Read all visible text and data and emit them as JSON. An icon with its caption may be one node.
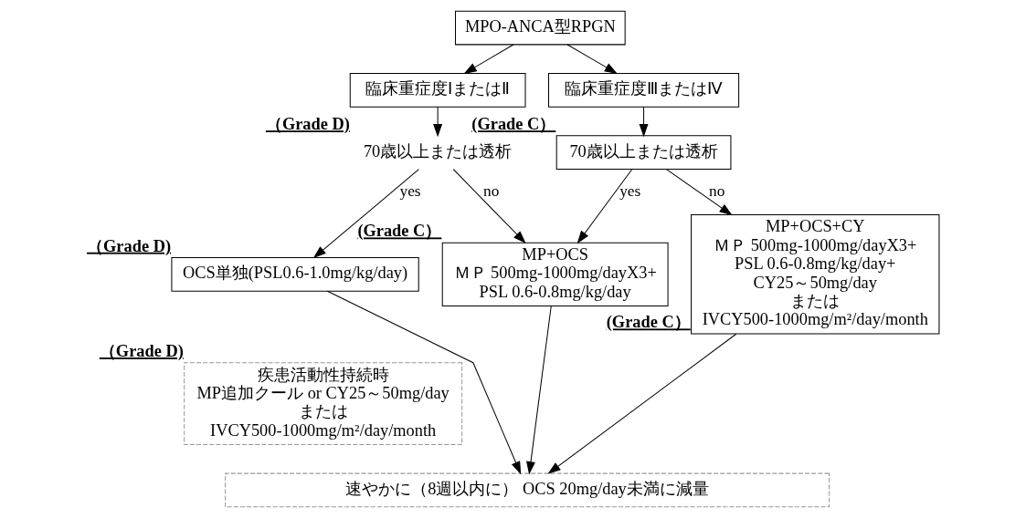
{
  "diagram": {
    "nodes": [
      {
        "text": [
          "MPO-ANCA型RPGN"
        ]
      },
      {
        "text": [
          "臨床重症度ⅠまたはⅡ"
        ]
      },
      {
        "text": [
          "臨床重症度ⅢまたはⅣ"
        ]
      },
      {
        "text": [
          "70歳以上または透析"
        ],
        "beside": [
          "（Grade D)"
        ]
      },
      {
        "text": [
          "70歳以上または透析"
        ],
        "beside": [
          "(Grade C）"
        ]
      },
      {
        "text": [
          "OCS単独(PSL0.6-1.0mg/kg/day)"
        ],
        "beside": [
          "（Grade D)"
        ]
      },
      {
        "text": [
          "MP+OCS",
          "ＭＰ 500mg-1000mg/dayX3+",
          "PSL 0.6-0.8mg/kg/day"
        ],
        "beside": [
          "(Grade C）"
        ]
      },
      {
        "text": [
          "MP+OCS+CY",
          "ＭＰ 500mg-1000mg/dayX3+",
          "PSL 0.6-0.8mg/kg/day+",
          "CY25～50mg/day",
          "または",
          "IVCY500-1000mg/m²/day/month"
        ],
        "beside": [
          "(Grade C）"
        ]
      },
      {
        "text": [
          "疾患活動性持続時",
          "MP追加クール or CY25～50mg/day",
          "または",
          "IVCY500-1000mg/m²/day/month"
        ],
        "beside": [
          "（Grade D)"
        ]
      },
      {
        "text": [
          "速やかに（8週以内に） OCS 20mg/day未満に減量"
        ]
      }
    ],
    "edges": [
      {
        "from": 0,
        "to": 1,
        "arrow": "to"
      },
      {
        "from": 0,
        "to": 2,
        "arrow": "to"
      },
      {
        "from": 1,
        "to": 3,
        "arrow": "to"
      },
      {
        "from": 2,
        "to": 4,
        "arrow": "to"
      },
      {
        "from": 3,
        "to": 5,
        "arrow": "to",
        "label": "yes"
      },
      {
        "from": 3,
        "to": 6,
        "arrow": "to",
        "label": "no"
      },
      {
        "from": 4,
        "to": 6,
        "arrow": "to",
        "label": "yes"
      },
      {
        "from": 4,
        "to": 7,
        "arrow": "to",
        "label": "no"
      },
      {
        "from": 5,
        "to": 9,
        "arrow": "to"
      },
      {
        "from": 6,
        "to": 9,
        "arrow": "to"
      },
      {
        "from": 7,
        "to": 9,
        "arrow": "to"
      }
    ]
  }
}
